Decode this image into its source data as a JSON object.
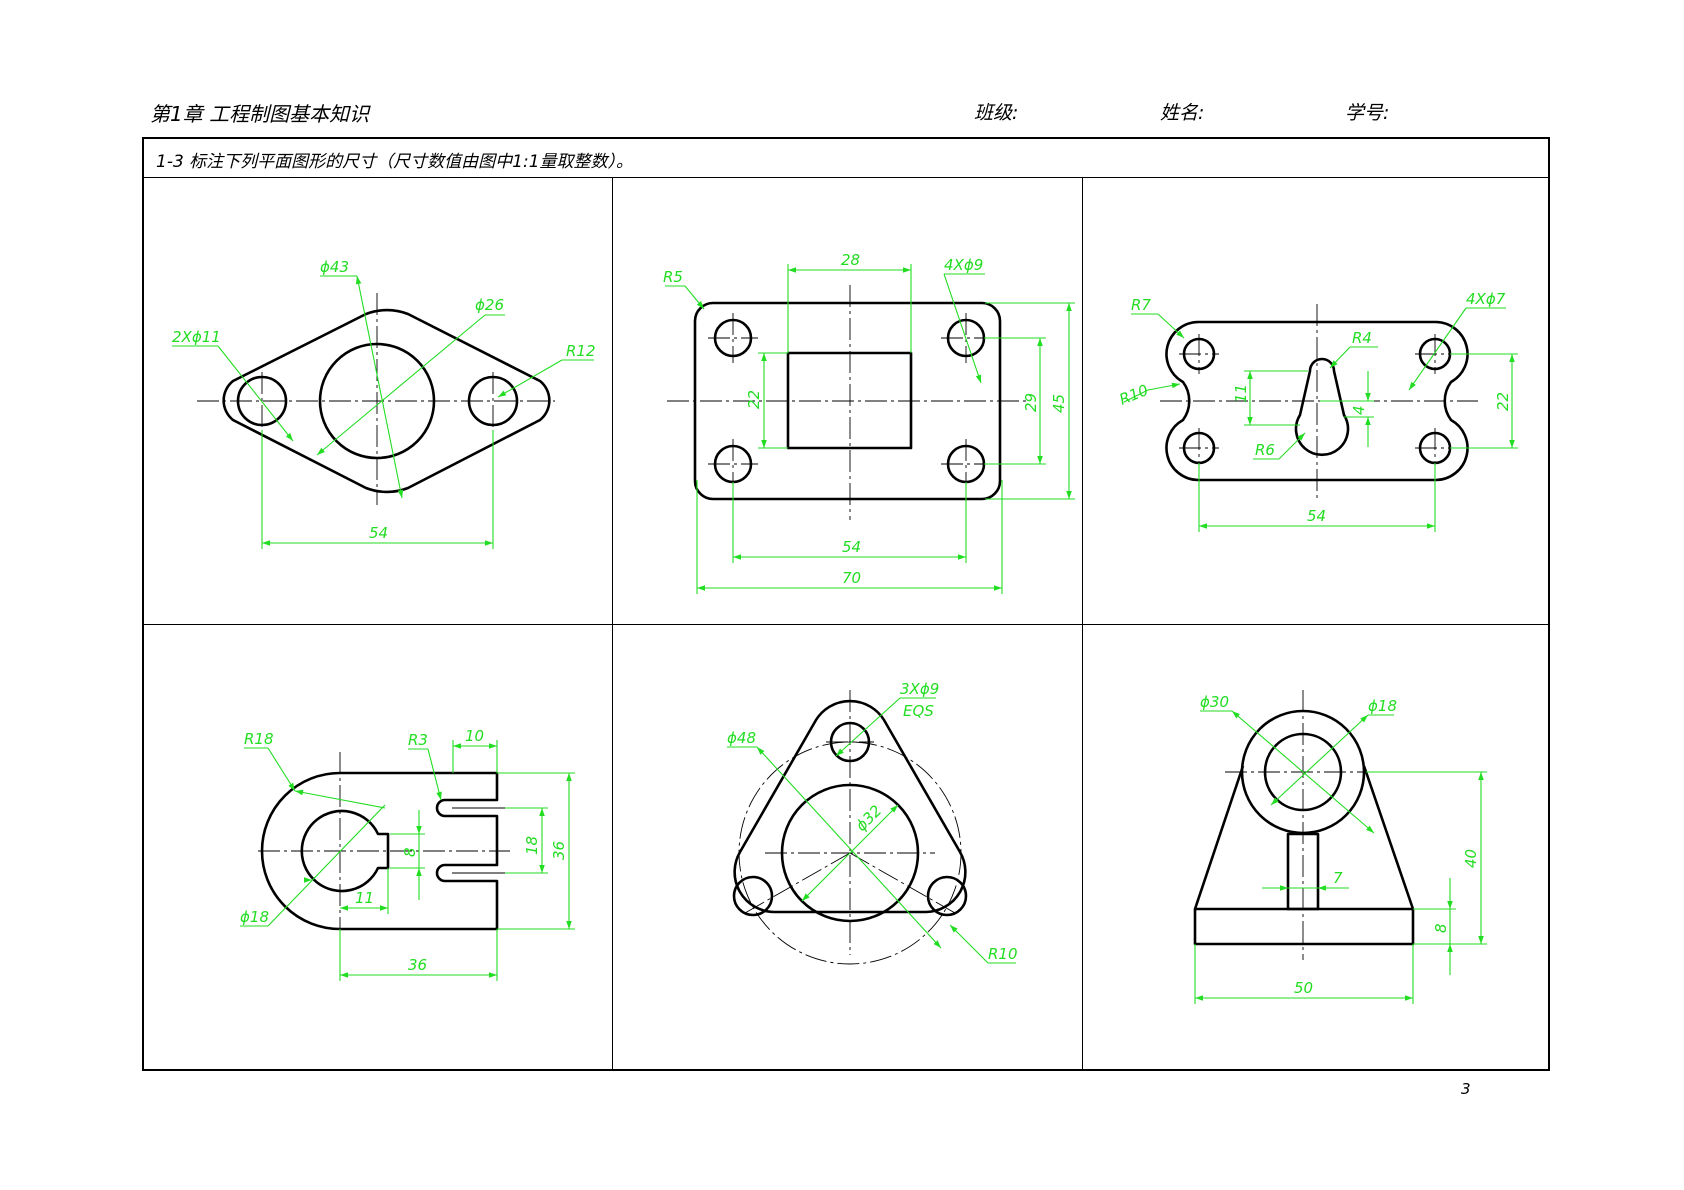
{
  "header": {
    "chapter_title": "第1章 工程制图基本知识",
    "class_label": "班级:",
    "name_label": "姓名:",
    "id_label": "学号:"
  },
  "task": {
    "text": "1-3 标注下列平面图形的尺寸（尺寸数值由图中1:1量取整数）。"
  },
  "figures": [
    {
      "id": "fig1",
      "labels": [
        "ϕ43",
        "ϕ26",
        "2Xϕ11",
        "R12",
        "54"
      ]
    },
    {
      "id": "fig2",
      "labels": [
        "R5",
        "28",
        "4Xϕ9",
        "22",
        "29",
        "45",
        "54",
        "70"
      ]
    },
    {
      "id": "fig3",
      "labels": [
        "R7",
        "4Xϕ7",
        "R4",
        "R10",
        "11",
        "4",
        "22",
        "R6",
        "54"
      ]
    },
    {
      "id": "fig4",
      "labels": [
        "R18",
        "R3",
        "10",
        "8",
        "18",
        "36",
        "11",
        "ϕ18",
        "36"
      ]
    },
    {
      "id": "fig5",
      "labels": [
        "3Xϕ9",
        "EQS",
        "ϕ48",
        "ϕ32",
        "R10"
      ]
    },
    {
      "id": "fig6",
      "labels": [
        "ϕ30",
        "ϕ18",
        "40",
        "7",
        "8",
        "50"
      ]
    }
  ],
  "footer": {
    "page_number": "3"
  },
  "colors": {
    "outline": "#000000",
    "dimension": "#22dd22"
  }
}
